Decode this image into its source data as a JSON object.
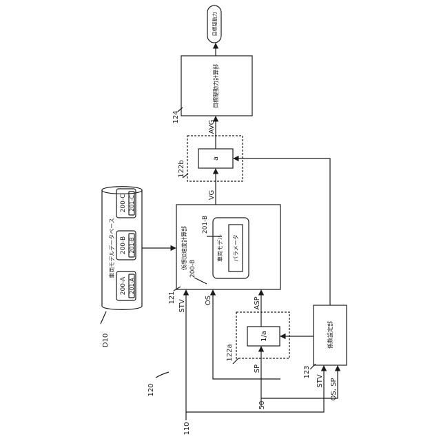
{
  "figure_ref": "120",
  "database": {
    "ref": "D10",
    "title": "車両モデルデータベース",
    "models": [
      {
        "id": "200-A",
        "param": "201-A"
      },
      {
        "id": "200-B",
        "param": "201-B"
      },
      {
        "id": "200-C",
        "param": "201-C"
      }
    ]
  },
  "calc_unit": {
    "ref": "121",
    "title": "仮想加速度計算部",
    "model_ref": "200-B",
    "param_ref": "201-B",
    "model_title": "車両モデル",
    "param_title": "パラメータ"
  },
  "gain_a": {
    "ref": "122b",
    "label": "a"
  },
  "gain_inv": {
    "ref": "122a",
    "label": "1/a"
  },
  "setting_unit": {
    "ref": "123",
    "title": "係数設定部"
  },
  "drive_unit": {
    "ref": "124",
    "title": "目標駆動力計算部"
  },
  "output": {
    "title": "目標駆動力"
  },
  "signals": {
    "stv": "STV",
    "os": "OS",
    "asp": "ASP",
    "vg": "VG",
    "avg": "AVG",
    "sp": "SP",
    "stv2": "STV",
    "os_sp": "OS, SP",
    "in110": "110",
    "in50": "50"
  }
}
